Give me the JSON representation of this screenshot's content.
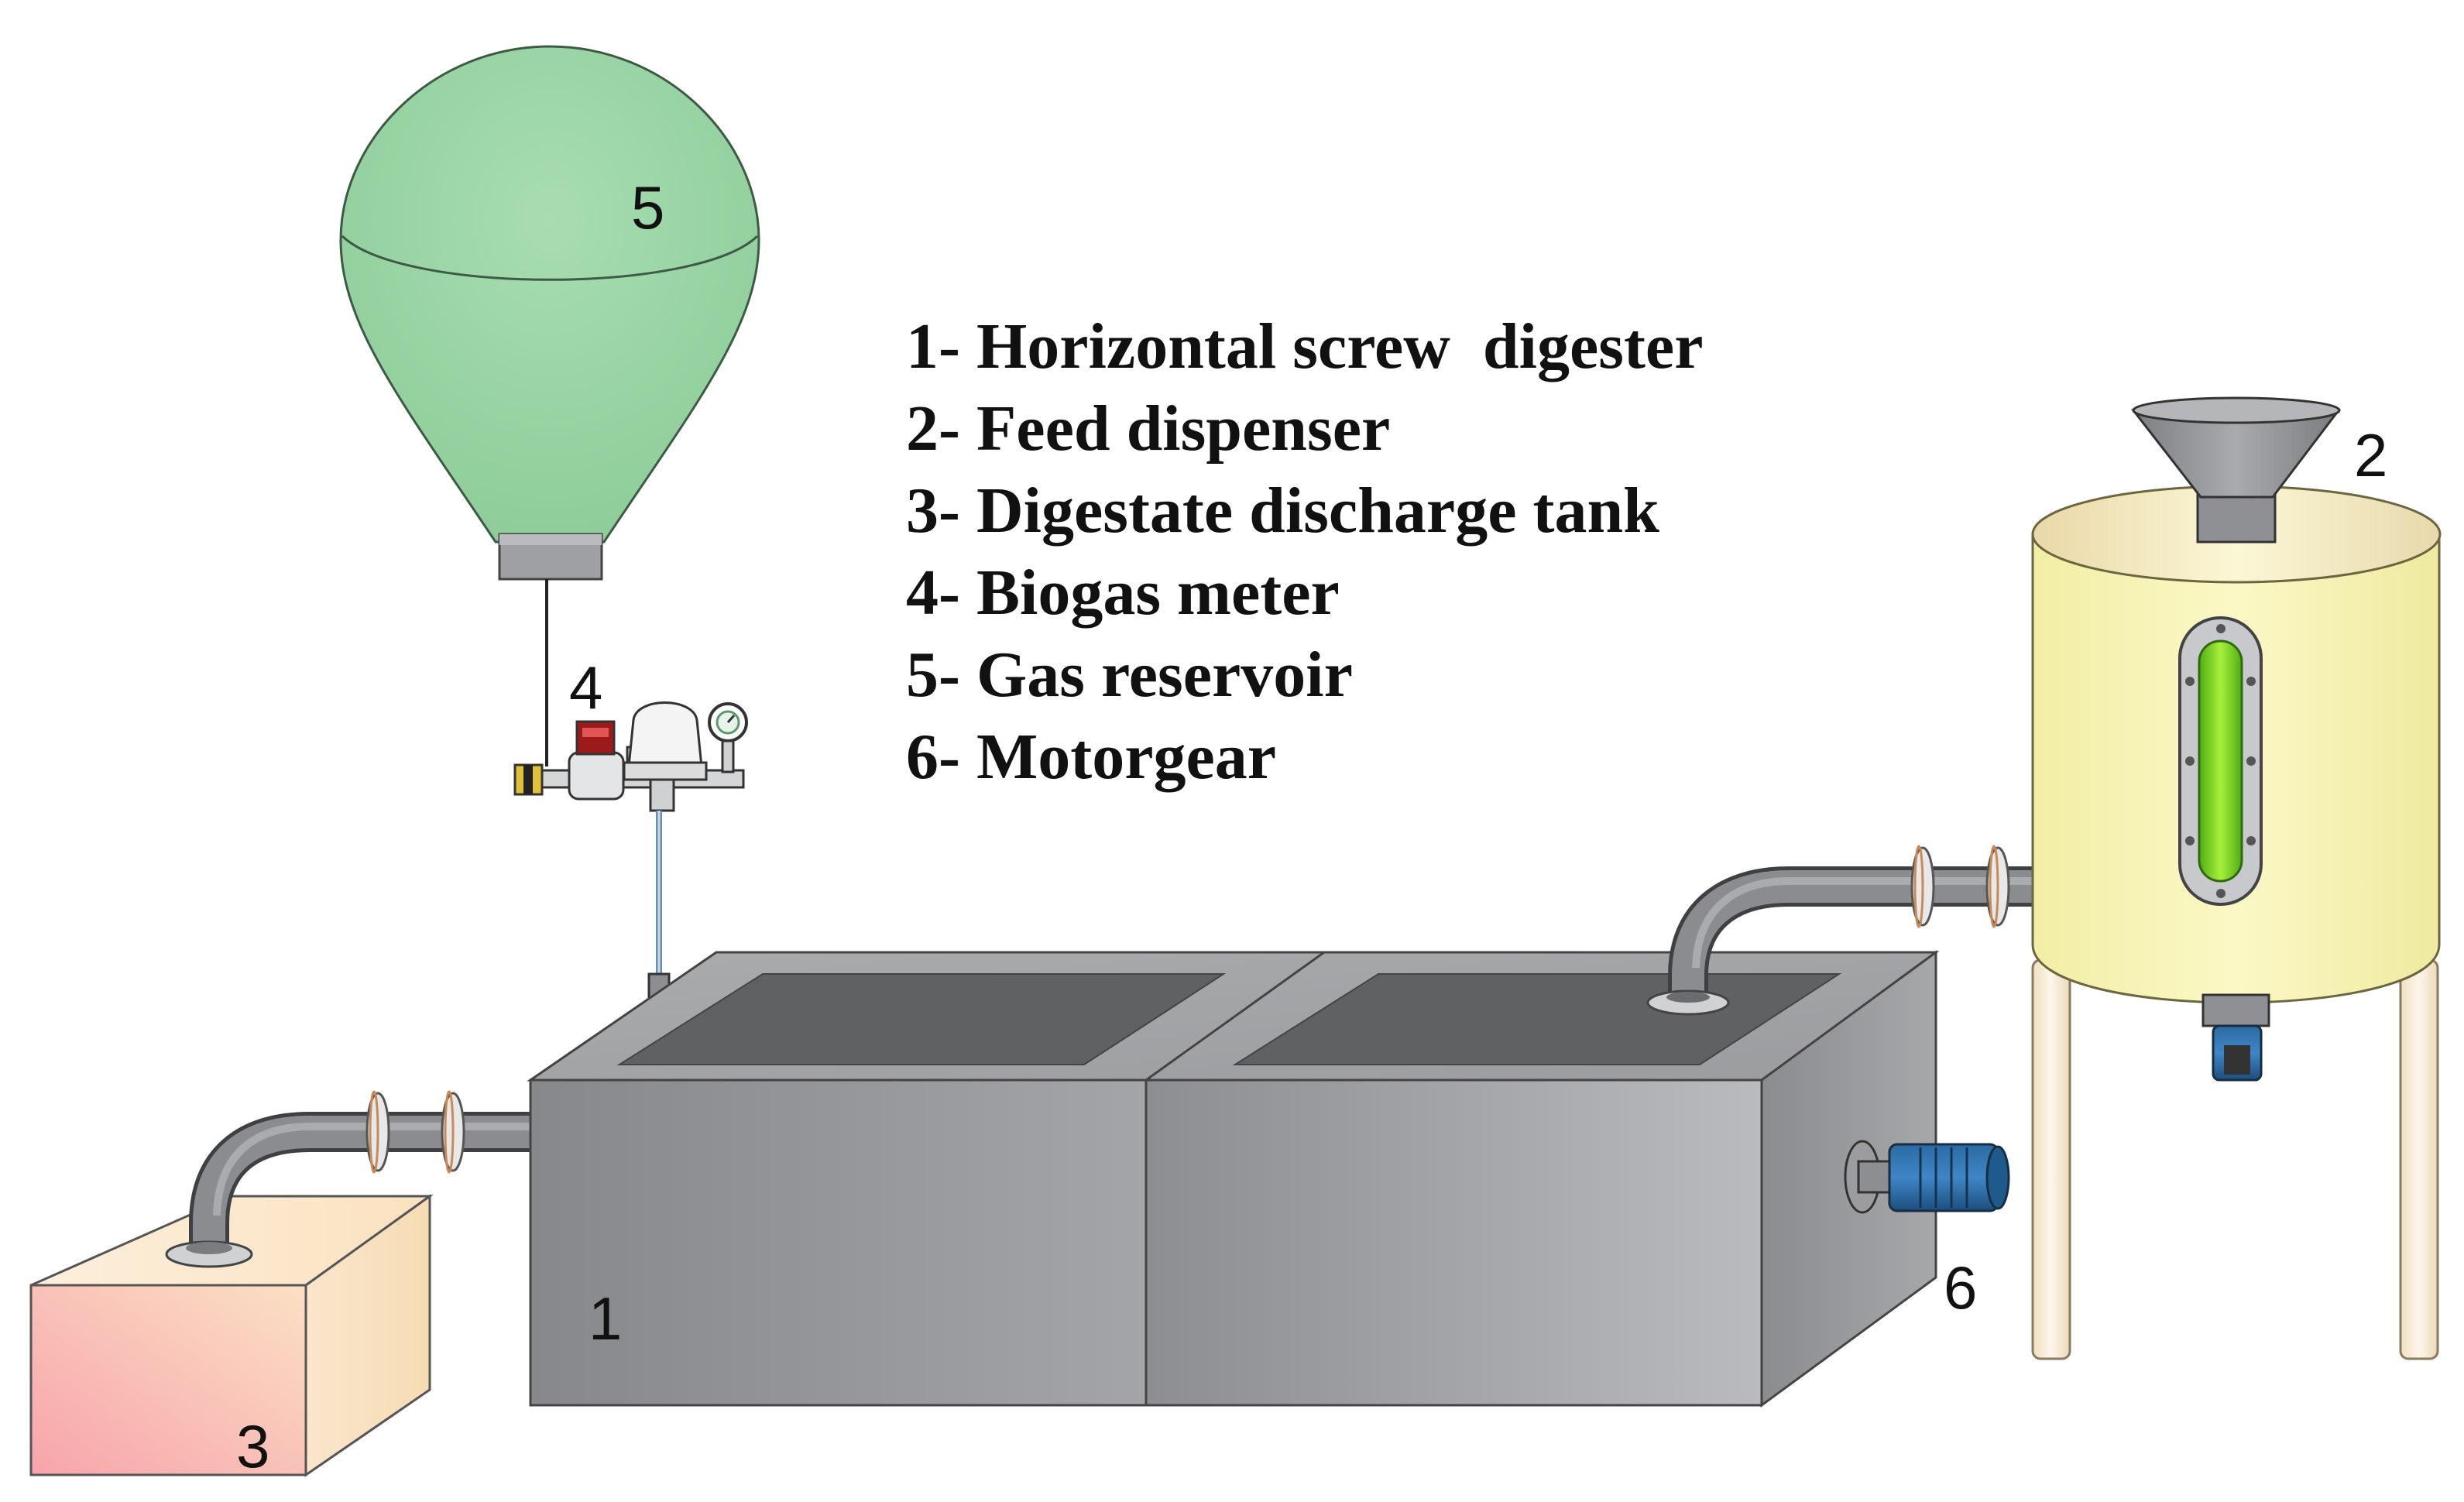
{
  "legend": {
    "items": [
      "1- Horizontal screw  digester",
      "2- Feed dispenser",
      "3- Digestate discharge tank",
      "4- Biogas meter",
      "5- Gas reservoir",
      "6- Motorgear"
    ]
  },
  "callouts": {
    "digester": "1",
    "feed_dispenser": "2",
    "discharge_tank": "3",
    "biogas_meter": "4",
    "gas_reservoir": "5",
    "motorgear": "6"
  },
  "colors": {
    "digester_gray": "#8f9195",
    "balloon_green": "#9dd6a7",
    "feed_tank_yellow": "#f6f3b0",
    "discharge_tank_pink": "#f7a9b0",
    "motor_blue": "#1f5a8c",
    "sight_glass_green": "#6ed01f"
  }
}
